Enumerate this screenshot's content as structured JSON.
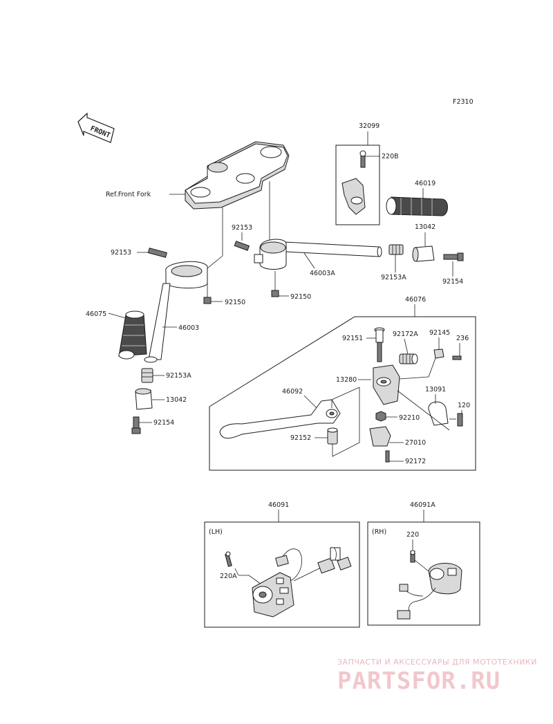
{
  "diagram_id": "F2310",
  "direction_arrow": "FRONT",
  "reference_note": "Ref.Front Fork",
  "labels": {
    "l32099": "32099",
    "l220B": "220B",
    "l46019": "46019",
    "l13042_top": "13042",
    "l92153_mid": "92153",
    "l92153_left": "92153",
    "l46003A": "46003A",
    "l92153A_top": "92153A",
    "l92154_top": "92154",
    "l92150_left": "92150",
    "l92150_mid": "92150",
    "l46075": "46075",
    "l46003": "46003",
    "l92153A_left": "92153A",
    "l13042_left": "13042",
    "l92154_left": "92154",
    "l46076": "46076",
    "l92151": "92151",
    "l92172A": "92172A",
    "l92145": "92145",
    "l236": "236",
    "l13280": "13280",
    "l13091": "13091",
    "l46092": "46092",
    "l120": "120",
    "l92210": "92210",
    "l92152": "92152",
    "l27010": "27010",
    "l92172": "92172",
    "l46091": "46091",
    "l46091A": "46091A",
    "lLH": "(LH)",
    "lRH": "(RH)",
    "l220A": "220A",
    "l220": "220"
  },
  "watermark": {
    "subtitle": "ЗАПЧАСТИ И АКСЕССУАРЫ ДЛЯ МОТОТЕХНИКИ",
    "brand": "PARTSFOR.RU"
  },
  "colors": {
    "line": "#1a1a1a",
    "part_fill": "#ffffff",
    "part_shade": "#d9d9d9",
    "watermark": "#f2c7cc"
  }
}
